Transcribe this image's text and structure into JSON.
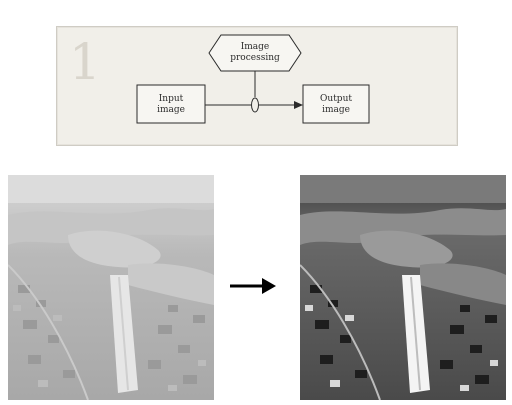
{
  "diagram": {
    "processing_label_line1": "Image",
    "processing_label_line2": "processing",
    "input_label_line1": "Input",
    "input_label_line2": "image",
    "output_label_line1": "Output",
    "output_label_line2": "image"
  },
  "images": {
    "left": "original aerial photo (low contrast)",
    "right": "processed aerial photo (high contrast)"
  },
  "colors": {
    "paper": "#f1efe9",
    "ink": "#2b2b2b"
  }
}
